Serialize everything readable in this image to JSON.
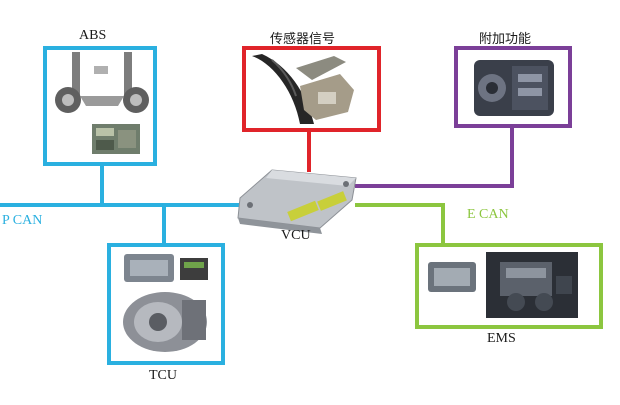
{
  "nodes": {
    "abs": "ABS",
    "sensor": "传感器信号",
    "aux": "附加功能",
    "vcu": "VCU",
    "tcu": "TCU",
    "ems": "EMS"
  },
  "buses": {
    "p_can": "P CAN",
    "e_can": "E CAN"
  },
  "colors": {
    "p_can": "#2ab0e0",
    "e_can": "#8cc63f",
    "sensor": "#e0242a",
    "aux": "#7b3f98"
  },
  "icons": {
    "abs": [
      "suspension-assembly-icon",
      "abs-module-icon"
    ],
    "sensor": "accelerator-pedal-icon",
    "aux": "gearbox-pto-icon",
    "vcu": "vcu-controller-icon",
    "tcu": [
      "tcu-module-icon",
      "connector-icon",
      "transmission-icon"
    ],
    "ems": [
      "ecu-module-icon",
      "engine-icon"
    ]
  }
}
